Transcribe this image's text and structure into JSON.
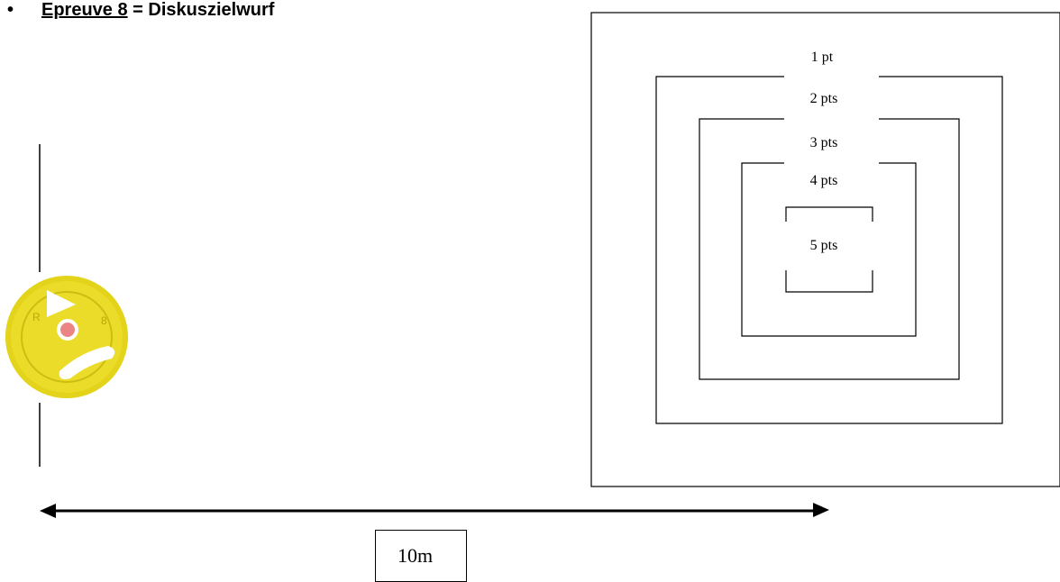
{
  "title": {
    "bullet": "•",
    "epreuve": "Epreuve 8",
    "rest": " = Diskuszielwurf"
  },
  "target": {
    "zones": [
      {
        "label": "1 pt",
        "points": 1
      },
      {
        "label": "2 pts",
        "points": 2
      },
      {
        "label": "3 pts",
        "points": 3
      },
      {
        "label": "4 pts",
        "points": 4
      },
      {
        "label": "5 pts",
        "points": 5
      }
    ]
  },
  "distance": {
    "label": "10m"
  },
  "colors": {
    "disc": "#e8d81e",
    "disc_dark": "#c4b40a",
    "line": "#000000"
  },
  "icons": [
    "yellow-discus-icon"
  ]
}
